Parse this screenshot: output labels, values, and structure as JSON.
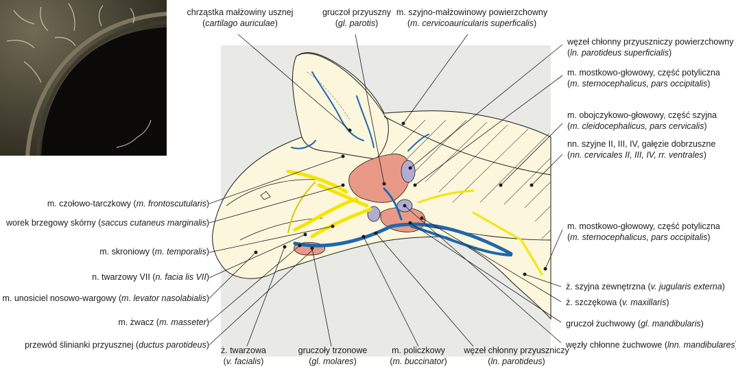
{
  "labels": {
    "cartilago": {
      "pl": "chrząstka małżowiny usznej",
      "lat": "cartilago auriculae"
    },
    "parotis": {
      "pl": "gruczoł przyuszny",
      "lat": "gl. parotis"
    },
    "cervicoauricularis": {
      "pl": "m. szyjno-małżowinowy powierzchowny",
      "lat": "m. cervicoauricularis superficalis"
    },
    "ln_superficialis": {
      "pl": "węzeł chłonny przyuszniczy powierzchowny",
      "lat": "ln. parotideus superficialis"
    },
    "sternocephalicus_1": {
      "pl": "m. mostkowo-głowowy, część potyliczna",
      "lat": "m. sternocephalicus, pars occipitalis"
    },
    "cleidocephalicus": {
      "pl": "m. obojczykowo-głowowy, część szyjna",
      "lat": "m. cleidocephalicus, pars cervicalis"
    },
    "nn_cervicales": {
      "pl": "nn. szyjne II, III, IV, gałęzie dobrzuszne",
      "lat": "nn. cervicales II, III, IV, rr. ventrales"
    },
    "sternocephalicus_2": {
      "pl": "m. mostkowo-głowowy, część potyliczna",
      "lat": "m. sternocephalicus, pars occipitalis"
    },
    "jugularis": {
      "pl": "ż. szyjna zewnętrzna (",
      "lat": "v. jugularis externa",
      "end": ")"
    },
    "maxillaris": {
      "pl": "ż. szczękowa (",
      "lat": "v. maxillaris",
      "end": ")"
    },
    "mandibularis": {
      "pl": "gruczoł żuchwowy (",
      "lat": "gl. mandibularis",
      "end": ")"
    },
    "lnn_mandibulares": {
      "pl": "węzły chłonne żuchwowe (",
      "lat": "lnn. mandibulares",
      "end": ")"
    },
    "ln_parotideus": {
      "pl": "węzeł chłonny przyuszniczy",
      "lat": "ln. parotideus"
    },
    "buccinator": {
      "pl": "m. policzkowy",
      "lat": "m. buccinator"
    },
    "molares": {
      "pl": "gruczoły trzonowe",
      "lat": "gl. molares"
    },
    "facialis_v": {
      "pl": "ż. twarzowa",
      "lat": "v. facialis"
    },
    "frontoscutularis": {
      "pl": "m. czołowo-tarczkowy (",
      "lat": "m. frontoscutularis",
      "end": ")"
    },
    "saccus": {
      "pl": "worek brzegowy skórny (",
      "lat": "saccus cutaneus marginalis",
      "end": ")"
    },
    "temporalis": {
      "pl": "m. skroniowy (",
      "lat": "m. temporalis",
      "end": ")"
    },
    "facialis_n": {
      "pl": "n. twarzowy VII (",
      "lat": "n. facia lis VII",
      "end": ")"
    },
    "levator": {
      "pl": "m. unosiciel nosowo-wargowy (",
      "lat": "m. levator nasolabialis",
      "end": ")"
    },
    "masseter": {
      "pl": "m. żwacz (",
      "lat": "m. masseter",
      "end": ")"
    },
    "ductus": {
      "pl": "przewód ślinianki przyusznej (",
      "lat": "ductus parotideus",
      "end": ")"
    }
  },
  "colors": {
    "panel": "#e9e9e6",
    "skin": "#fbf6dc",
    "gland": "#e99a86",
    "node": "#b3acd2",
    "vein": "#1e67b0",
    "nerve": "#f5e400",
    "line": "#1a1a1a"
  }
}
